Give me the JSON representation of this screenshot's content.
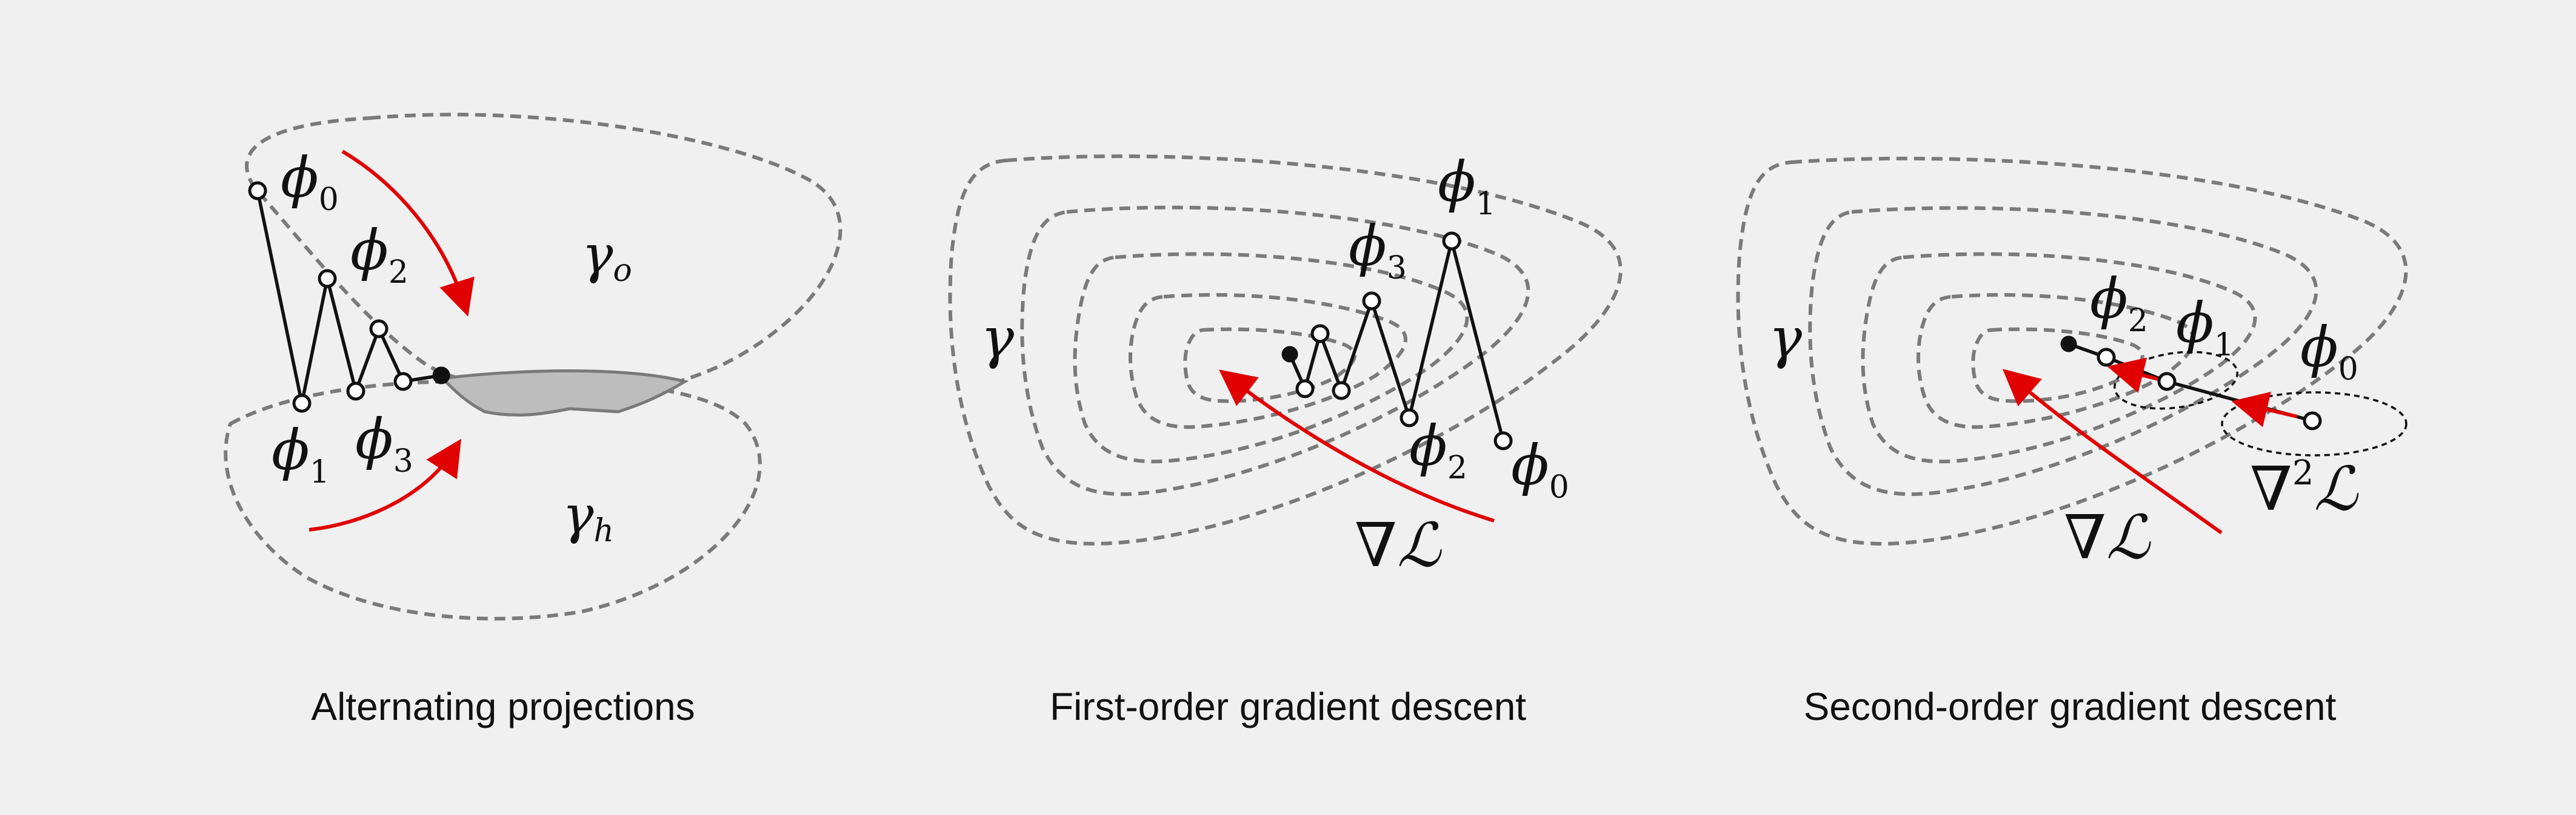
{
  "panels": [
    {
      "caption": "Alternating projections",
      "labels": {
        "phi_0": {
          "base": "ϕ",
          "sub": "0"
        },
        "phi_1": {
          "base": "ϕ",
          "sub": "1"
        },
        "phi_2": {
          "base": "ϕ",
          "sub": "2"
        },
        "phi_3": {
          "base": "ϕ",
          "sub": "3"
        },
        "gamma_o": {
          "base": "γ",
          "sub": "o"
        },
        "gamma_h": {
          "base": "γ",
          "sub": "h"
        }
      }
    },
    {
      "caption": "First-order gradient descent",
      "labels": {
        "phi_0": {
          "base": "ϕ",
          "sub": "0"
        },
        "phi_1": {
          "base": "ϕ",
          "sub": "1"
        },
        "phi_2": {
          "base": "ϕ",
          "sub": "2"
        },
        "phi_3": {
          "base": "ϕ",
          "sub": "3"
        },
        "gamma": {
          "base": "γ"
        },
        "grad": {
          "nabla": "∇",
          "L": "ℒ"
        }
      }
    },
    {
      "caption": "Second-order gradient descent",
      "labels": {
        "phi_0": {
          "base": "ϕ",
          "sub": "0"
        },
        "phi_1": {
          "base": "ϕ",
          "sub": "1"
        },
        "phi_2": {
          "base": "ϕ",
          "sub": "2"
        },
        "gamma": {
          "base": "γ"
        },
        "grad": {
          "nabla": "∇",
          "L": "ℒ"
        },
        "hessian": {
          "nabla": "∇",
          "sup": "2",
          "L": "ℒ"
        }
      }
    }
  ],
  "colors": {
    "arrow": "#e00000",
    "contour": "#7a7a7a",
    "intersection_fill": "#bdbdbd",
    "background": "#f0f0f0"
  }
}
